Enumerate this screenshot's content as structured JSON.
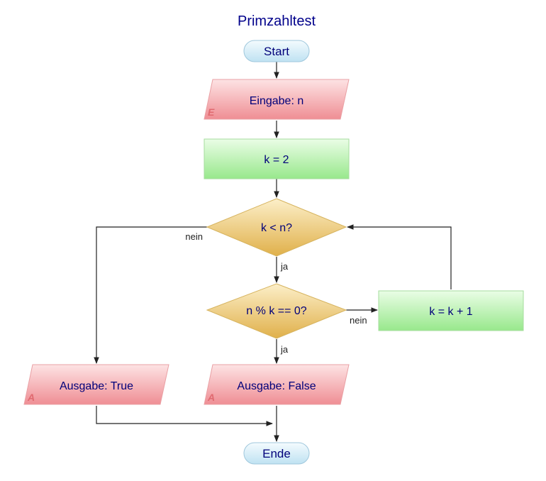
{
  "title": "Primzahltest",
  "nodes": {
    "start": "Start",
    "input": {
      "label": "Eingabe: n",
      "marker": "E"
    },
    "init": "k = 2",
    "cond_loop": "k < n?",
    "cond_div": "n % k == 0?",
    "increment": "k = k + 1",
    "out_true": {
      "label": "Ausgabe: True",
      "marker": "A"
    },
    "out_false": {
      "label": "Ausgabe: False",
      "marker": "A"
    },
    "end": "Ende"
  },
  "edges": {
    "loop_no": "nein",
    "loop_yes": "ja",
    "div_no": "nein",
    "div_yes": "ja"
  },
  "colors": {
    "terminal": "#d2ecf7",
    "io": "#f2a3a8",
    "process": "#aef0a4",
    "decision": "#f0cc6e",
    "text": "#00007a"
  }
}
